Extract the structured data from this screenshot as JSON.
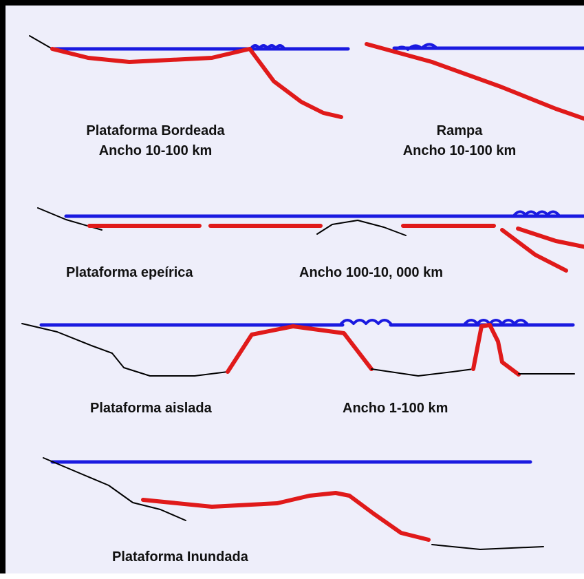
{
  "colors": {
    "background": "#eeeefa",
    "sea_level": "#1a1ae0",
    "carbonate_platform": "#e01a1a",
    "seafloor": "#000000",
    "reef": "#1a1ae0"
  },
  "panels": {
    "rimmed": {
      "name": "Plataforma Bordeada",
      "width": "Ancho 10-100 km"
    },
    "ramp": {
      "name": "Rampa",
      "width": "Ancho 10-100 km"
    },
    "epeiric": {
      "name": "Plataforma epeírica",
      "width": "Ancho 100-10, 000 km"
    },
    "isolated": {
      "name": "Plataforma aislada",
      "width": "Ancho 1-100 km"
    },
    "drowned": {
      "name": "Plataforma Inundada"
    }
  }
}
